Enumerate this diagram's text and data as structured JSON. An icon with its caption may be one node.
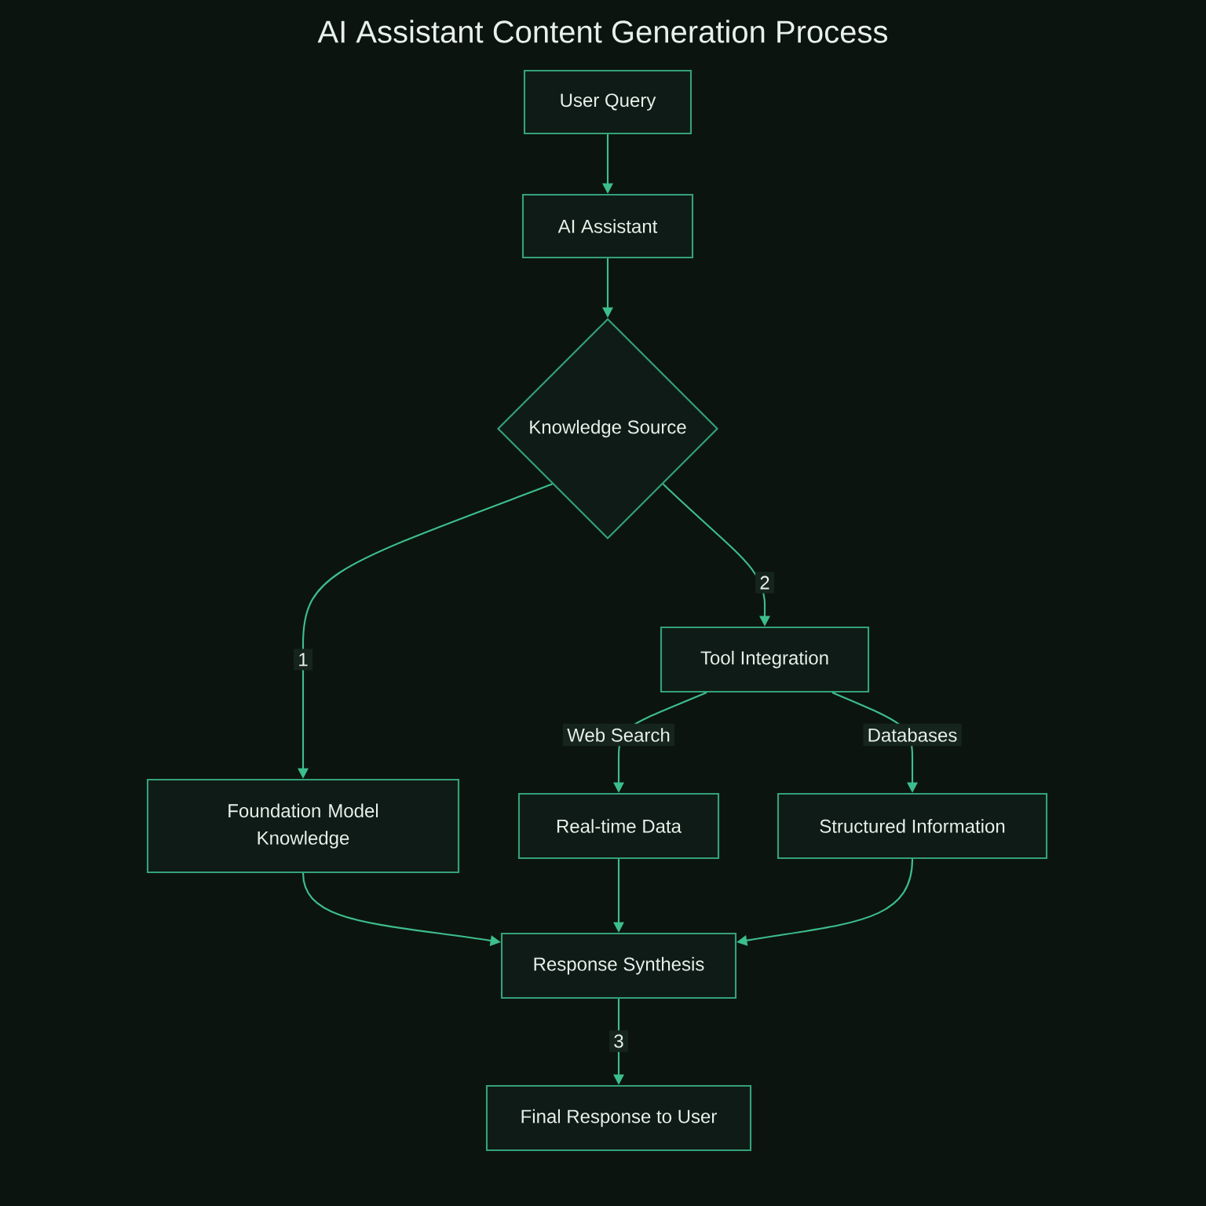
{
  "diagram": {
    "title": "AI Assistant Content Generation Process",
    "nodes": [
      {
        "text": [
          "User Query"
        ]
      },
      {
        "text": [
          "AI Assistant"
        ]
      },
      {
        "text": [
          "Knowledge Source"
        ]
      },
      {
        "text": [
          "Tool Integration"
        ]
      },
      {
        "text": [
          "Foundation Model Knowledge"
        ]
      },
      {
        "text": [
          "Real-time Data"
        ]
      },
      {
        "text": [
          "Structured Information"
        ]
      },
      {
        "text": [
          "Response Synthesis"
        ]
      },
      {
        "text": [
          "Final Response to User"
        ]
      }
    ],
    "edges": [
      {
        "from": 0,
        "to": 1,
        "arrow": "to"
      },
      {
        "from": 1,
        "to": 2,
        "arrow": "to"
      },
      {
        "from": 2,
        "to": 4,
        "arrow": "to",
        "label": "1"
      },
      {
        "from": 2,
        "to": 3,
        "arrow": "to",
        "label": "2"
      },
      {
        "from": 3,
        "to": 5,
        "arrow": "to",
        "label": "Web Search"
      },
      {
        "from": 3,
        "to": 6,
        "arrow": "to",
        "label": "Databases"
      },
      {
        "from": 4,
        "to": 7,
        "arrow": "to"
      },
      {
        "from": 5,
        "to": 7,
        "arrow": "to"
      },
      {
        "from": 6,
        "to": 7,
        "arrow": "to"
      },
      {
        "from": 7,
        "to": 8,
        "arrow": "to",
        "label": "3"
      }
    ]
  }
}
